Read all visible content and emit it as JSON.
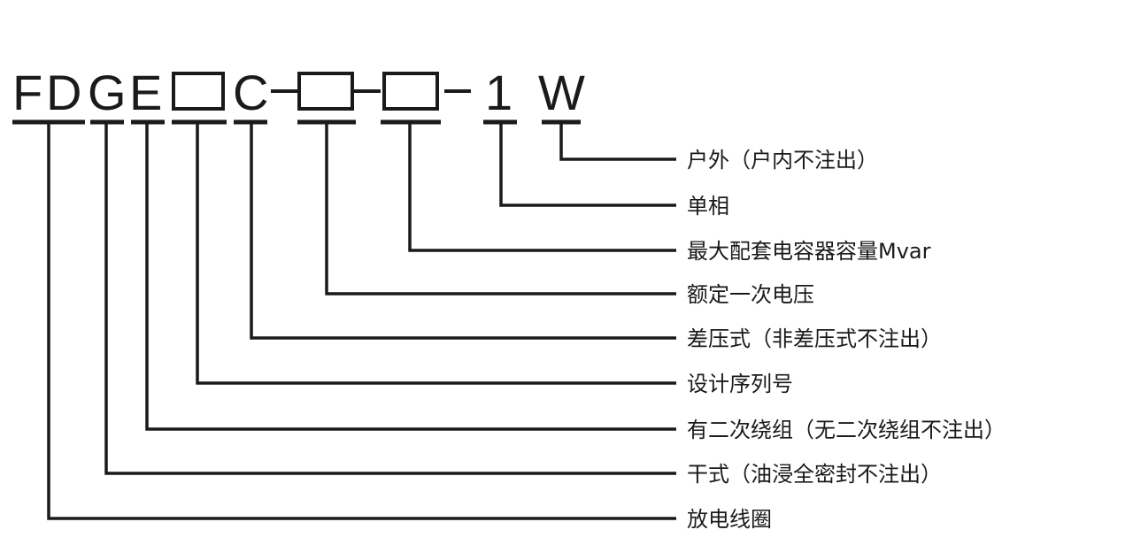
{
  "model_code": {
    "segments": [
      {
        "id": "F",
        "text": "F"
      },
      {
        "id": "D",
        "text": "D"
      },
      {
        "id": "G",
        "text": "G"
      },
      {
        "id": "E",
        "text": "E"
      },
      {
        "id": "box1",
        "text": ""
      },
      {
        "id": "C",
        "text": "C"
      },
      {
        "id": "box2",
        "text": ""
      },
      {
        "id": "box3",
        "text": ""
      },
      {
        "id": "one",
        "text": "1"
      },
      {
        "id": "W",
        "text": "W"
      }
    ]
  },
  "legend": [
    {
      "text": "户外（户内不注出）"
    },
    {
      "text": "单相"
    },
    {
      "text": "最大配套电容器容量Mvar"
    },
    {
      "text": "额定一次电压"
    },
    {
      "text": "差压式（非差压式不注出）"
    },
    {
      "text": "设计序列号"
    },
    {
      "text": "有二次绕组（无二次绕组不注出）"
    },
    {
      "text": "干式（油浸全密封不注出）"
    },
    {
      "text": "放电线圈"
    }
  ]
}
